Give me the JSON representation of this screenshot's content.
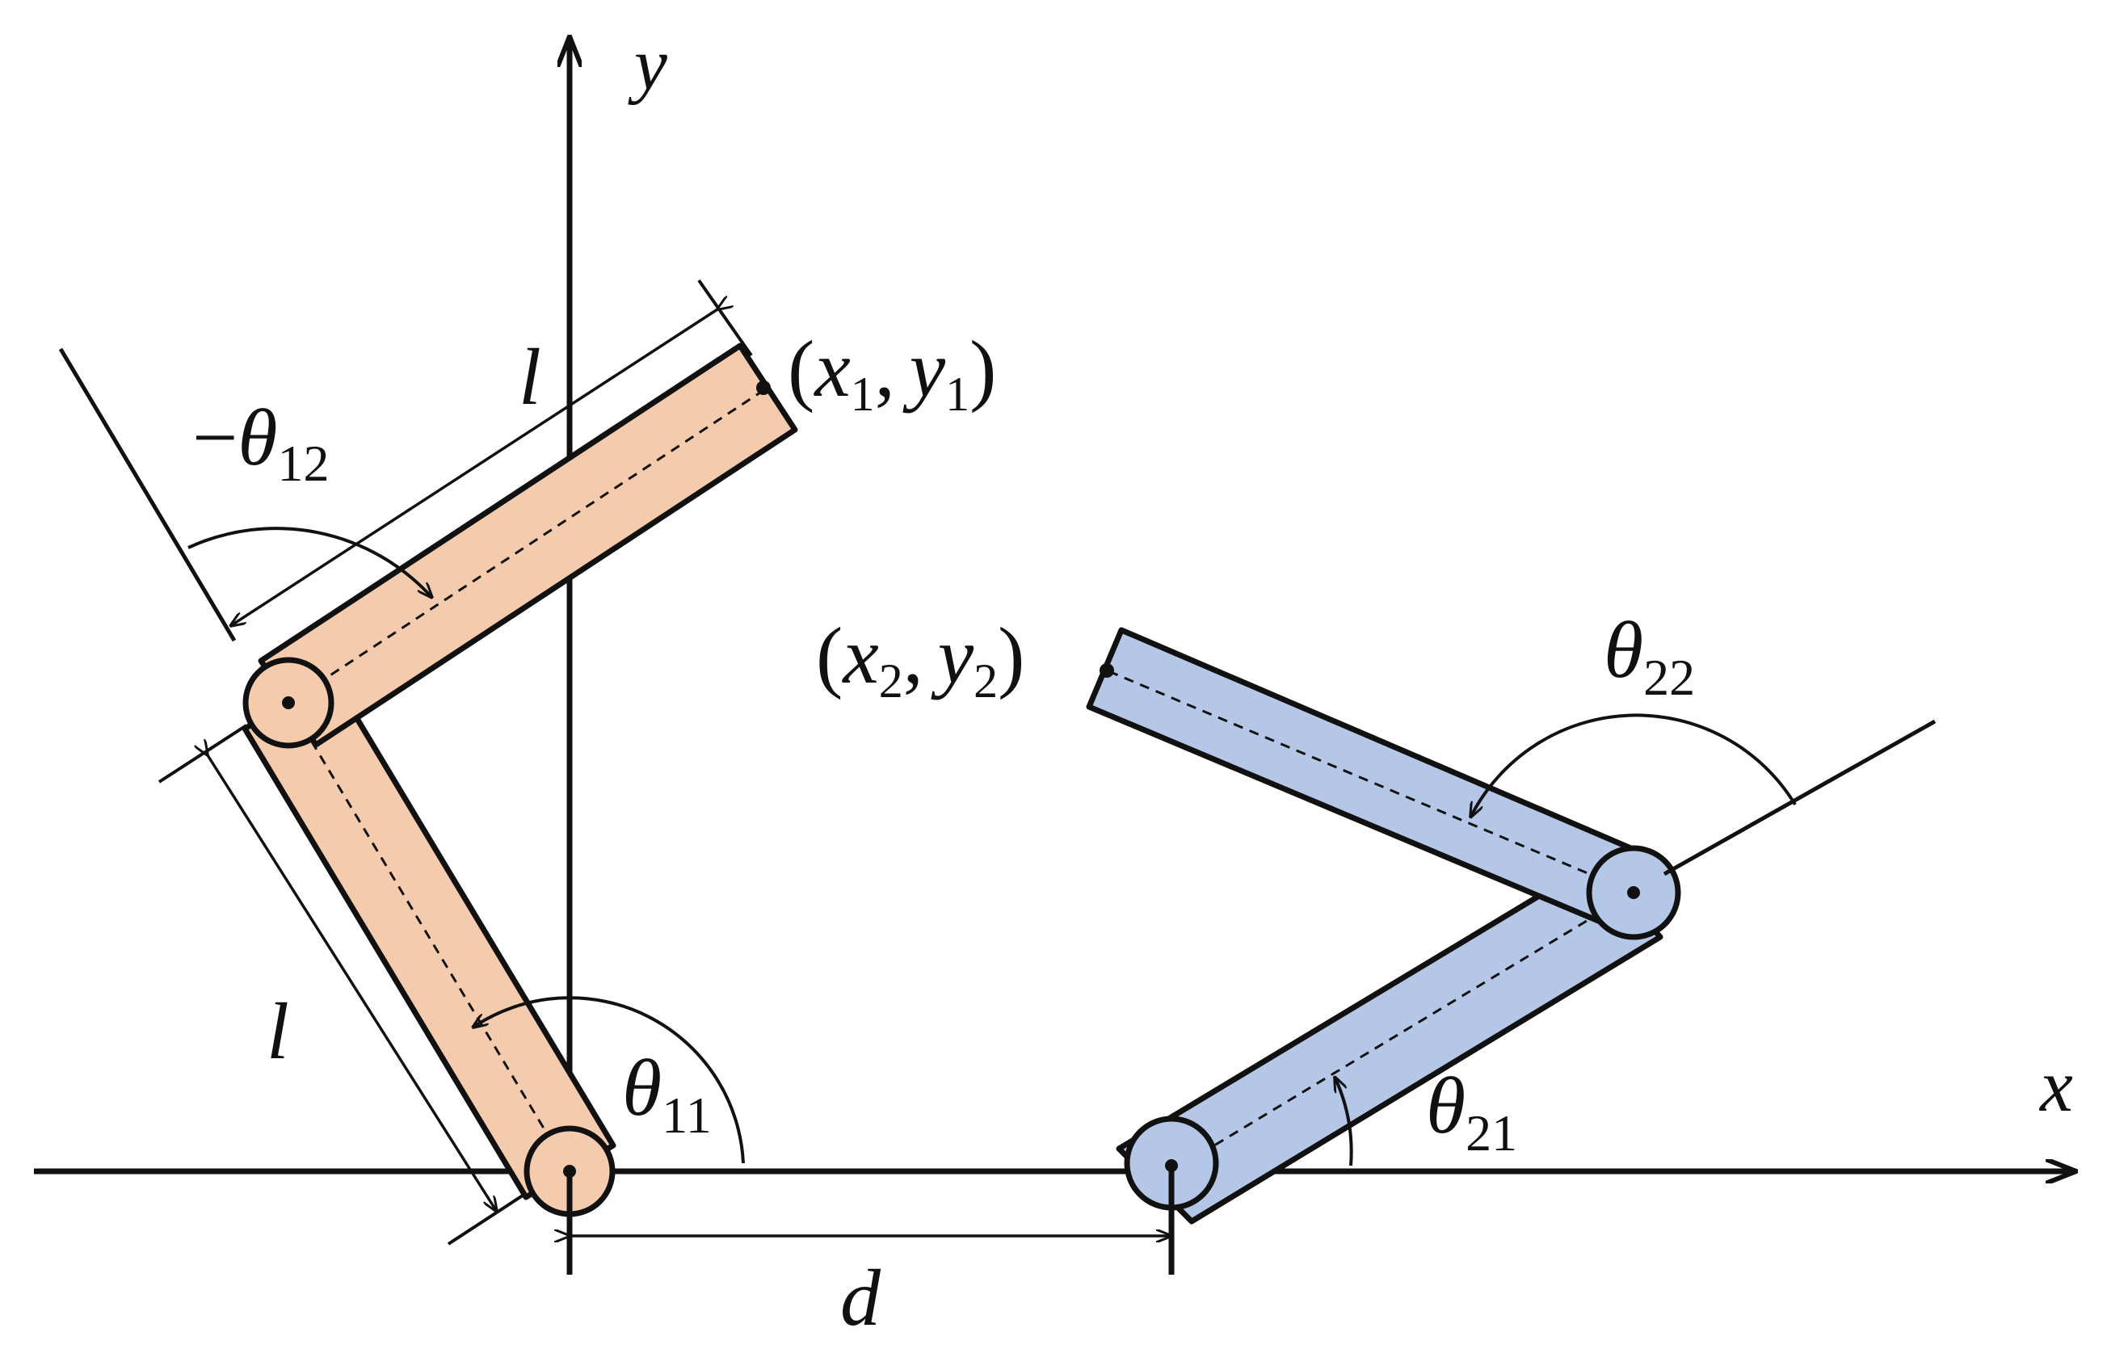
{
  "axes": {
    "x_label": "x",
    "y_label": "y"
  },
  "arm1": {
    "color_fill": "#f5cbae",
    "link_length_label": "l",
    "end_point": {
      "open": "(",
      "x": "x",
      "x_sub": "1",
      "comma": ",",
      "y": "y",
      "y_sub": "1",
      "close": ")"
    },
    "joint_angle_1": {
      "symbol": "θ",
      "sub": "11"
    },
    "joint_angle_2": {
      "prefix": "−",
      "symbol": "θ",
      "sub": "12"
    }
  },
  "arm2": {
    "color_fill": "#b4c7e7",
    "end_point": {
      "open": "(",
      "x": "x",
      "x_sub": "2",
      "comma": ",",
      "y": "y",
      "y_sub": "2",
      "close": ")"
    },
    "joint_angle_1": {
      "symbol": "θ",
      "sub": "21"
    },
    "joint_angle_2": {
      "symbol": "θ",
      "sub": "22"
    }
  },
  "base_distance_label": "d",
  "colors": {
    "stroke": "#111111",
    "background": "#ffffff"
  }
}
